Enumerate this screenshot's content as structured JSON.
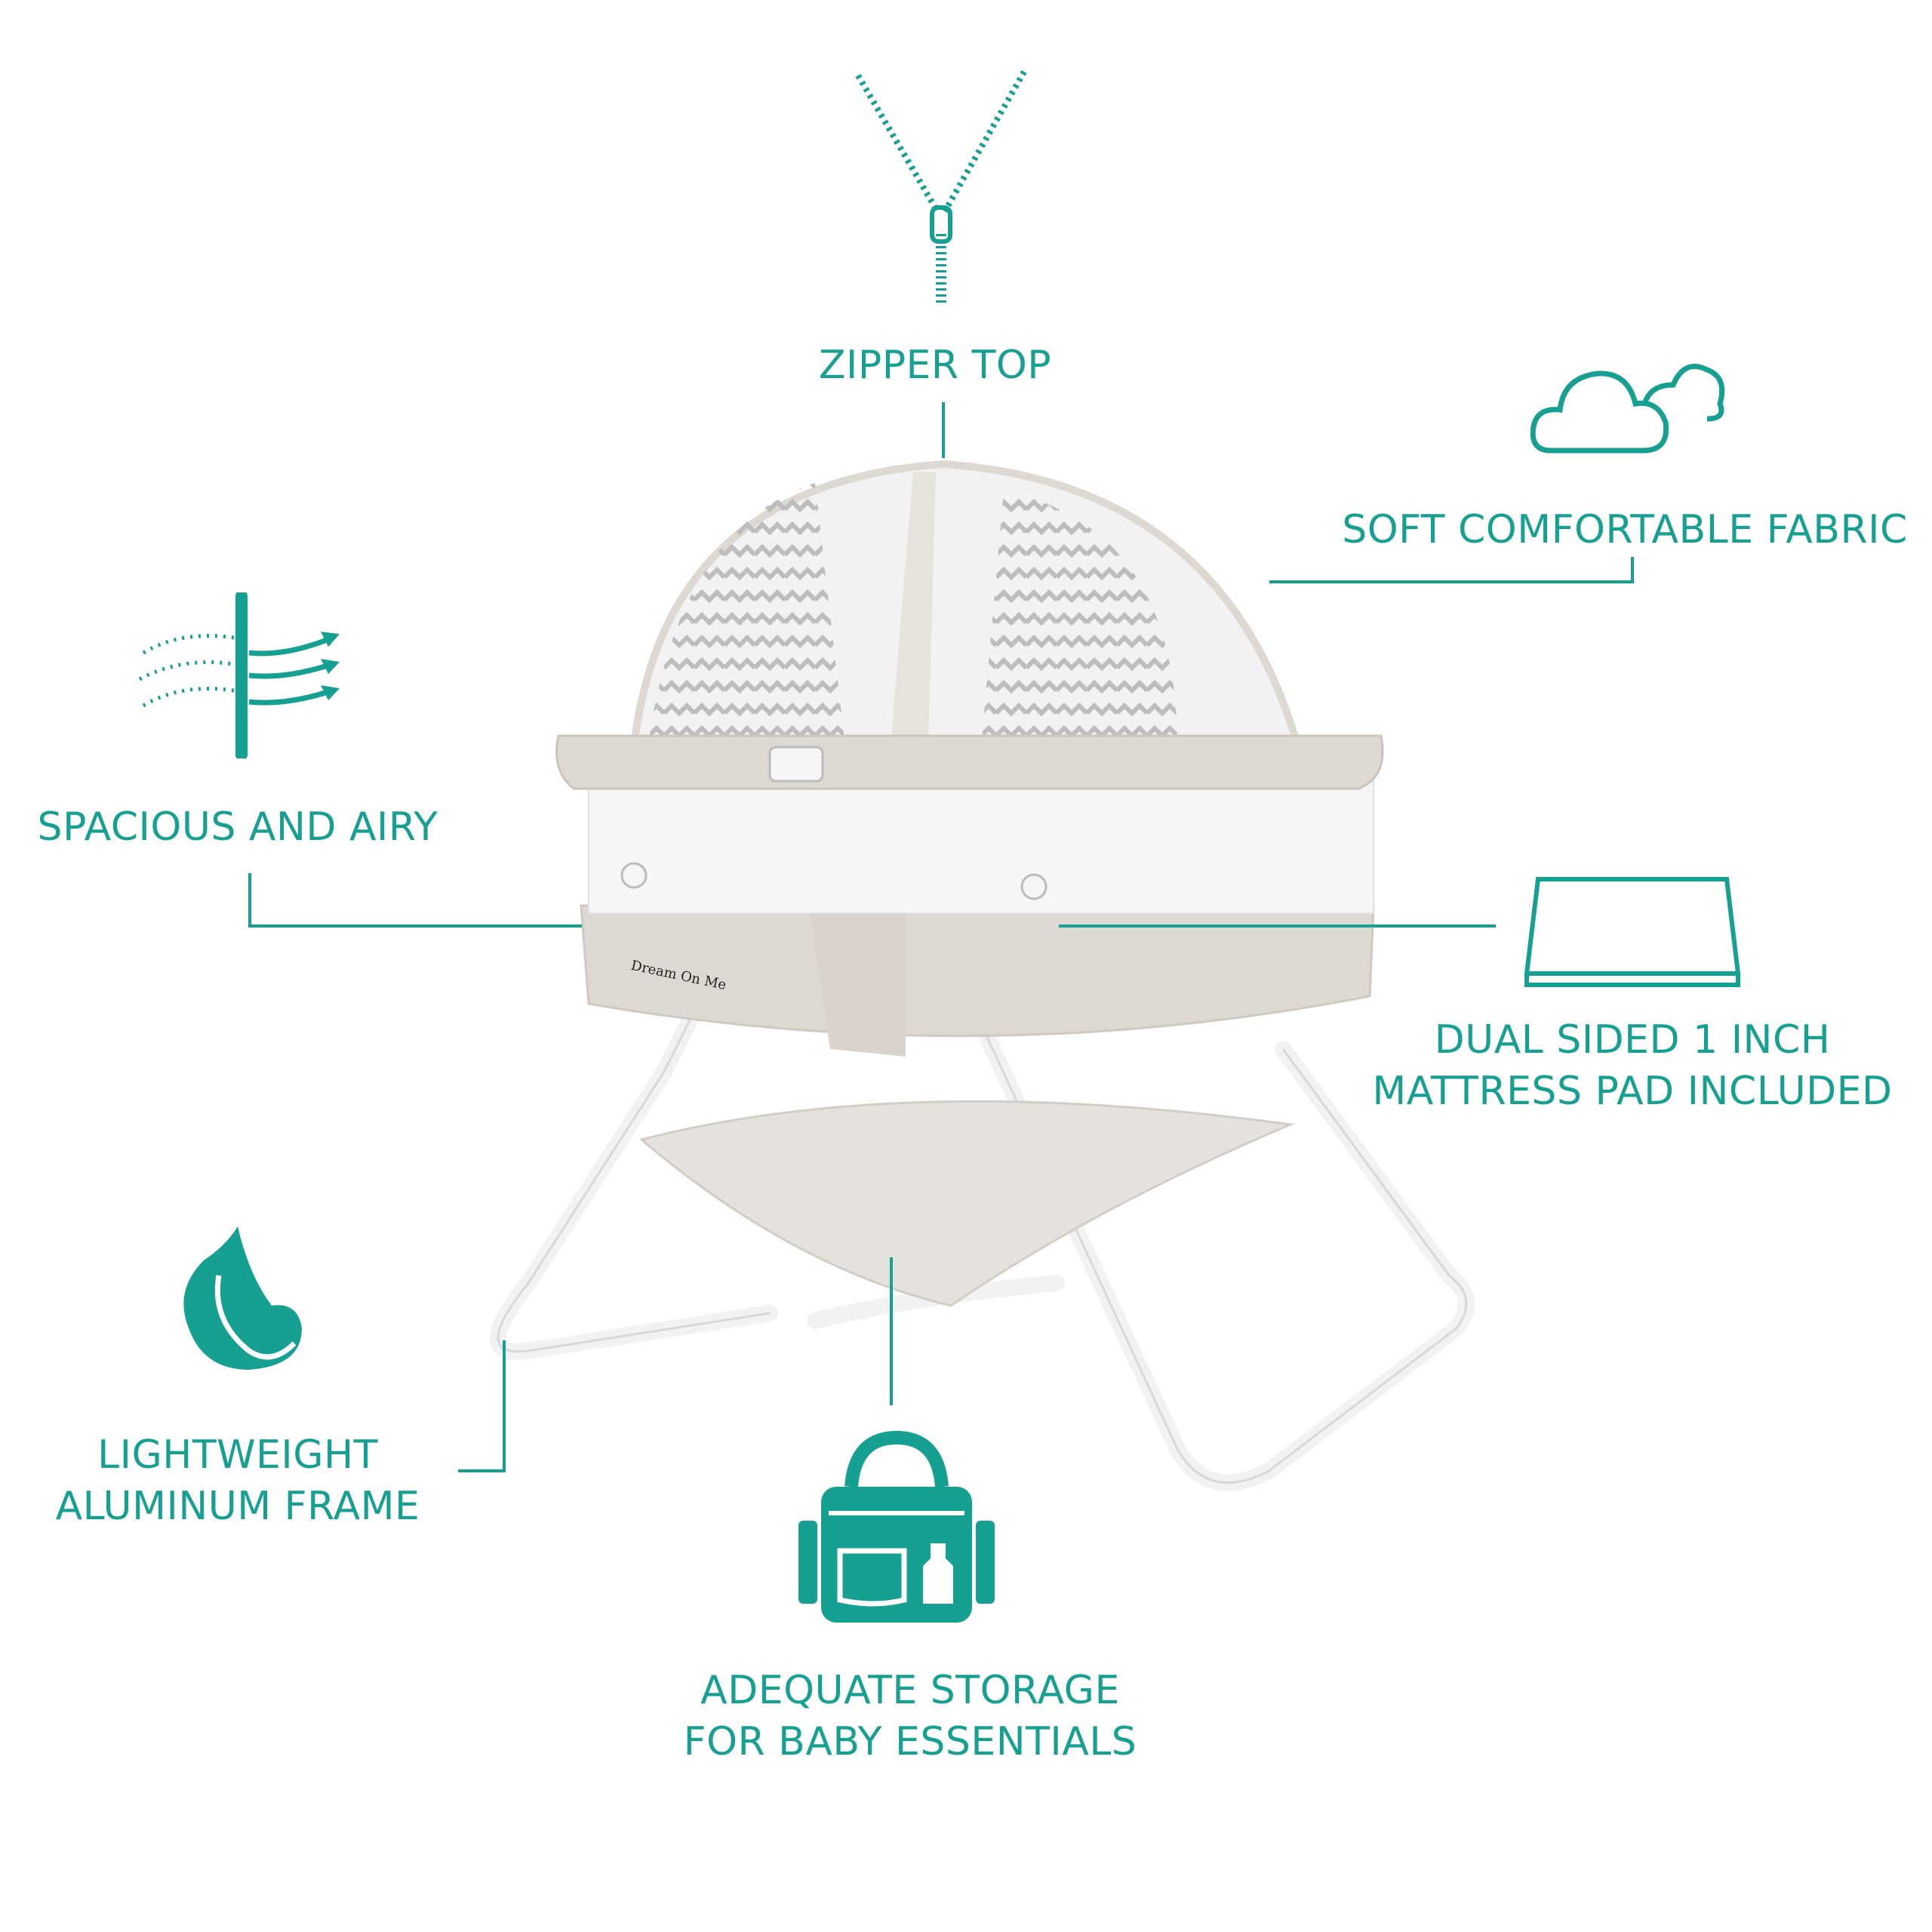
{
  "accent_color": "#16a091",
  "brand_logo": "Dream On Me",
  "features": {
    "zipper": {
      "label": "ZIPPER TOP",
      "icon": "zipper-icon"
    },
    "fabric": {
      "label": "SOFT COMFORTABLE FABRIC",
      "icon": "cloud-icon"
    },
    "airy": {
      "label": "SPACIOUS AND AIRY",
      "icon": "airflow-icon"
    },
    "mattress": {
      "line1": "DUAL SIDED 1 INCH",
      "line2": "MATTRESS PAD INCLUDED",
      "icon": "mattress-icon"
    },
    "frame": {
      "line1": "LIGHTWEIGHT",
      "line2": "ALUMINUM FRAME",
      "icon": "feather-icon"
    },
    "storage": {
      "line1": "ADEQUATE STORAGE",
      "line2": "FOR BABY ESSENTIALS",
      "icon": "bag-icon"
    }
  }
}
